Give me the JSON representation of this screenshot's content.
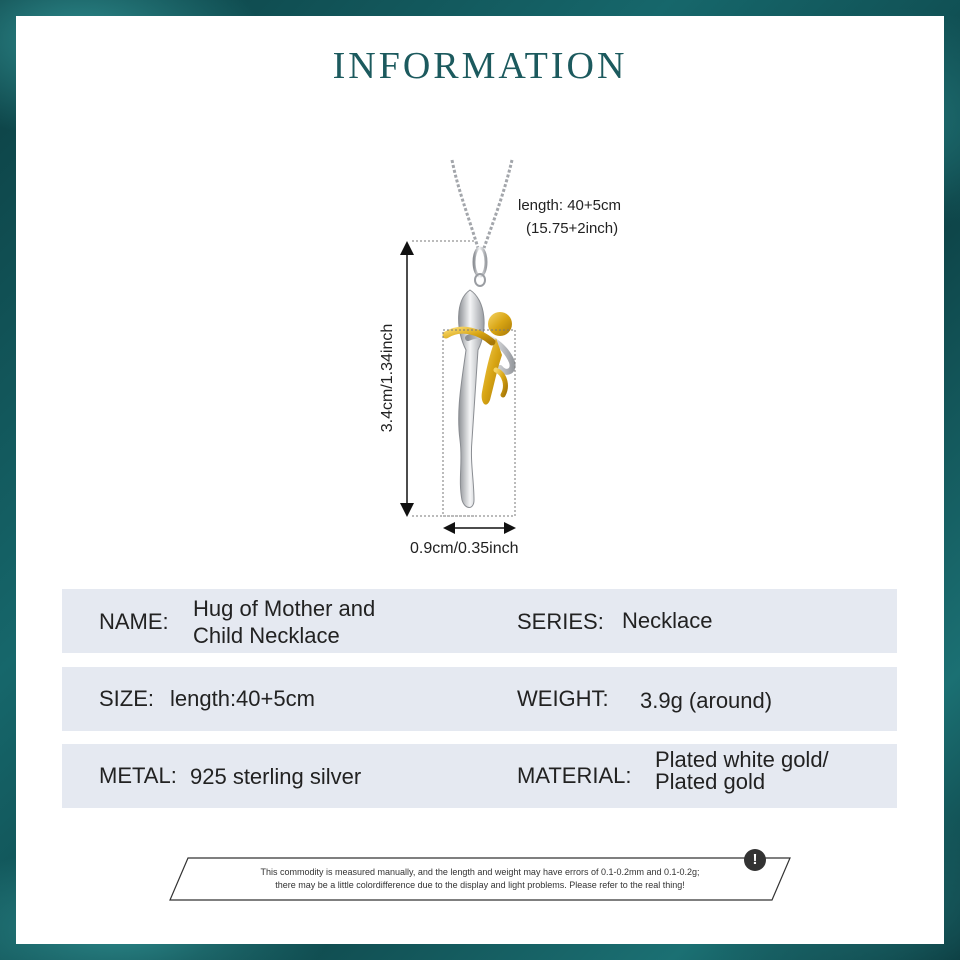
{
  "title": "INFORMATION",
  "dimensions": {
    "length_line1": "length: 40+5cm",
    "length_line2": "(15.75+2inch)",
    "height": "3.4cm/1.34inch",
    "width": "0.9cm/0.35inch"
  },
  "rows": [
    {
      "left_label": "NAME:",
      "left_value_line1": "Hug of Mother and",
      "left_value_line2": "Child Necklace",
      "right_label": "SERIES:",
      "right_value": "Necklace"
    },
    {
      "left_label": "SIZE:",
      "left_value": "length:40+5cm",
      "right_label": "WEIGHT:",
      "right_value": "3.9g (around)"
    },
    {
      "left_label": "METAL:",
      "left_value": "925 sterling silver",
      "right_label": "MATERIAL:",
      "right_value_line1": "Plated white gold/",
      "right_value_line2": "Plated gold"
    }
  ],
  "notice": {
    "line1": "This commodity is measured manually, and the length and weight may have errors of 0.1-0.2mm and 0.1-0.2g;",
    "line2": "there may be a little colordifference due to the display and light problems. Please refer to the real thing!",
    "icon": "!"
  },
  "colors": {
    "title": "#1c5a5e",
    "row_background": "#e5e9f1",
    "border": "#0f4b4f",
    "gold": "#d8a514",
    "silver": "#b9bcc0"
  }
}
